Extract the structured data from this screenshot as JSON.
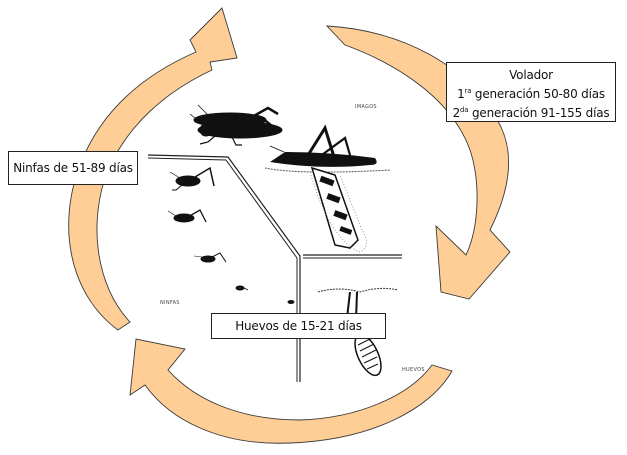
{
  "title": "Ciclo de vida de la langosta",
  "colors": {
    "arrow_fill": "#FECE96",
    "arrow_stroke": "#3a3a3a",
    "illustration": "#111111",
    "background": "#ffffff"
  },
  "stages": {
    "volador": {
      "title": "Volador",
      "gen1_num": "1",
      "gen1_sup": "ra",
      "gen1_text": " generación 50-80 días",
      "gen2_num": "2",
      "gen2_sup": "da",
      "gen2_text": " generación 91-155 días"
    },
    "ninfas": {
      "label": "Ninfas de 51-89 días"
    },
    "huevos": {
      "label": "Huevos de 15-21 días"
    }
  },
  "illustration_labels": {
    "imagos": "IMAGOS",
    "ninfas": "NINFAS",
    "huevos": "HUEVOS"
  },
  "arrows": [
    {
      "name": "arrow-ninfas-to-imagos",
      "direction": "clockwise"
    },
    {
      "name": "arrow-imagos-to-huevos",
      "direction": "clockwise"
    },
    {
      "name": "arrow-huevos-to-ninfas",
      "direction": "clockwise"
    }
  ]
}
